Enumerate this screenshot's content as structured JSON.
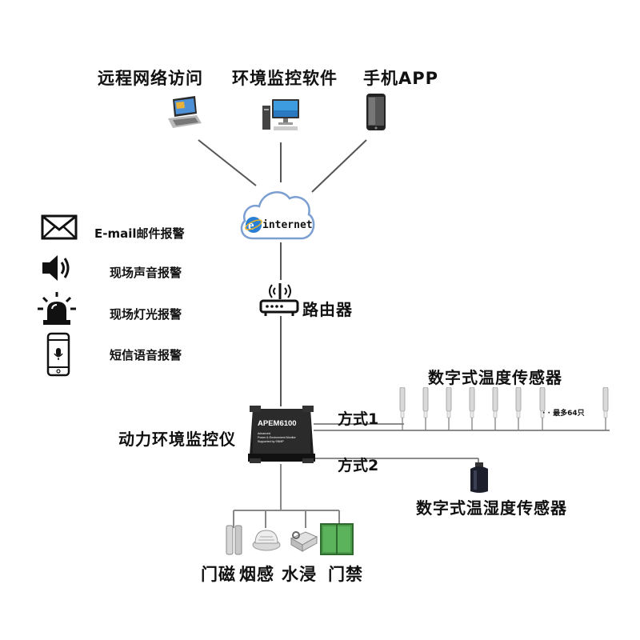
{
  "top_labels": {
    "remote": "远程网络访问",
    "software": "环境监控软件",
    "app": "手机APP"
  },
  "cloud_text": "internet",
  "alarms": [
    {
      "label": "E-mail邮件报警",
      "icon": "mail-icon"
    },
    {
      "label": "现场声音报警",
      "icon": "speaker-icon"
    },
    {
      "label": "现场灯光报警",
      "icon": "alarm-light-icon"
    },
    {
      "label": "短信语音报警",
      "icon": "phone-sms-icon"
    }
  ],
  "router_label": "路由器",
  "controller": {
    "label": "动力环境监控仪",
    "model": "APEM6100",
    "line1": "Advanced",
    "line2": "Power & Environment Monitor",
    "line3": "Supported by SNMP"
  },
  "mode1": "方式1",
  "mode2": "方式2",
  "temp_sensor_title": "数字式温度传感器",
  "max_note": "· · 最多64只",
  "humidity_sensor_title": "数字式温湿度传感器",
  "bottom_labels": {
    "door_magnet": "门磁",
    "smoke": "烟感",
    "water": "水浸",
    "access": "门禁"
  }
}
